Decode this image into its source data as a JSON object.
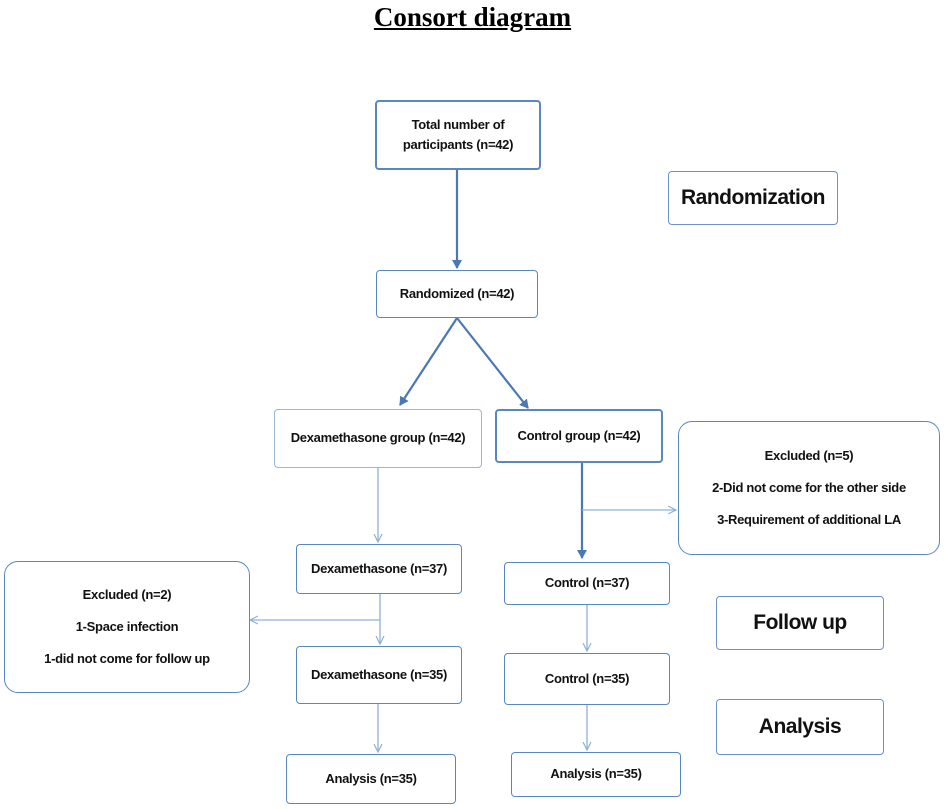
{
  "title": "Consort diagram",
  "boxes": {
    "total": "Total number of participants (n=42)",
    "randomized": "Randomized (n=42)",
    "dexa_group": "Dexamethasone group (n=42)",
    "control_group": "Control group (n=42)",
    "dexa_37": "Dexamethasone (n=37)",
    "dexa_35": "Dexamethasone (n=35)",
    "analysis_left": "Analysis (n=35)",
    "control_37": "Control (n=37)",
    "control_35": "Control (n=35)",
    "analysis_right": "Analysis (n=35)"
  },
  "excluded_right": {
    "heading": "Excluded (n=5)",
    "lines": [
      "2-Did not come for the other side",
      "3-Requirement of additional LA"
    ]
  },
  "excluded_left": {
    "heading": "Excluded (n=2)",
    "lines": [
      "1-Space infection",
      "1-did not come for follow up"
    ]
  },
  "stages": {
    "randomization": "Randomization",
    "follow_up": "Follow up",
    "analysis": "Analysis"
  },
  "colors": {
    "border": "#5b87c0",
    "arrow": "#4a78b5",
    "arrow_light": "#8fb0d9"
  }
}
